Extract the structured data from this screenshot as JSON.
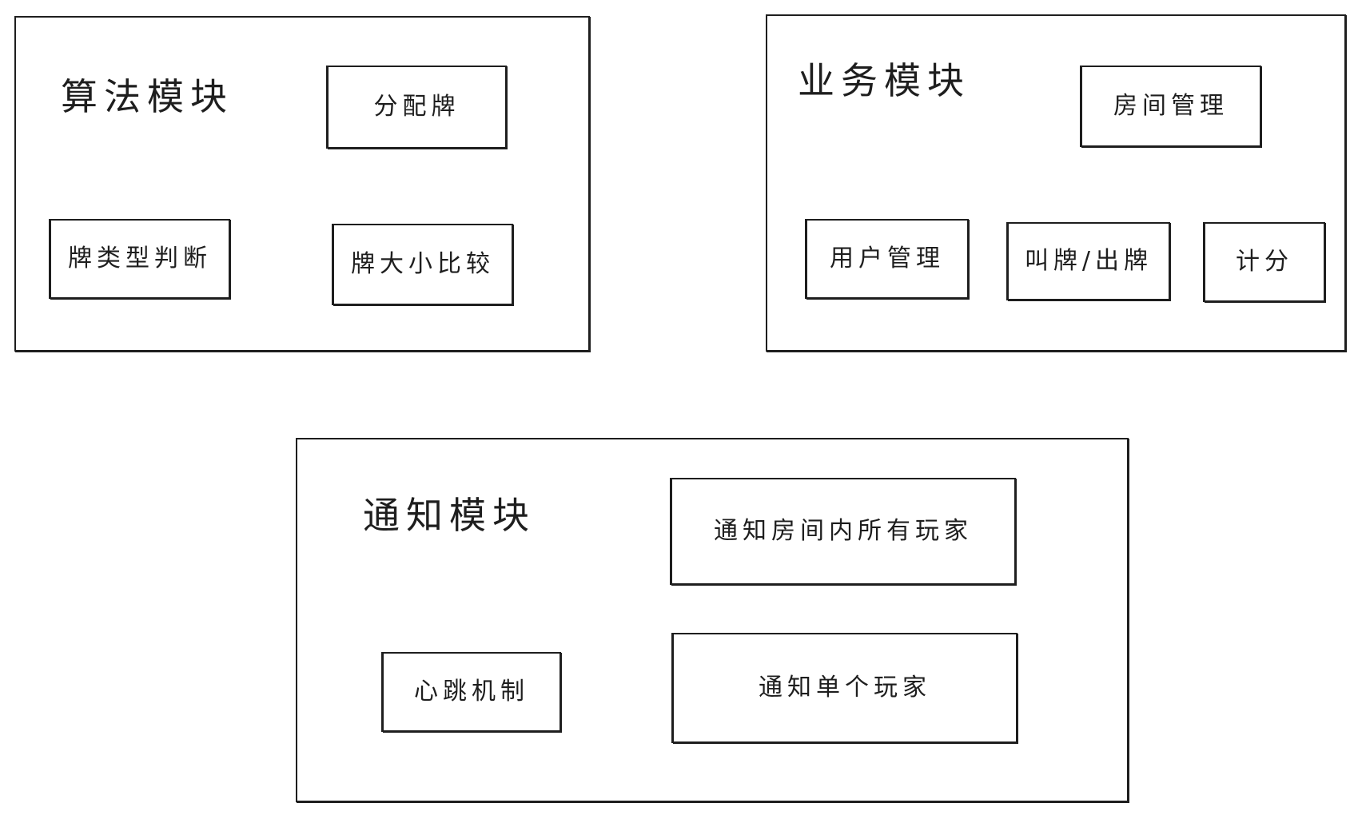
{
  "modules": {
    "algorithm": {
      "title": "算法模块",
      "items": {
        "deal": "分配牌",
        "type_check": "牌类型判断",
        "compare": "牌大小比较"
      }
    },
    "business": {
      "title": "业务模块",
      "items": {
        "room": "房间管理",
        "user": "用户管理",
        "bid_play": "叫牌/出牌",
        "score": "计分"
      }
    },
    "notification": {
      "title": "通知模块",
      "items": {
        "notify_all": "通知房间内所有玩家",
        "heartbeat": "心跳机制",
        "notify_single": "通知单个玩家"
      }
    }
  },
  "colors": {
    "stroke": "#1e1e1e",
    "background": "#ffffff"
  }
}
